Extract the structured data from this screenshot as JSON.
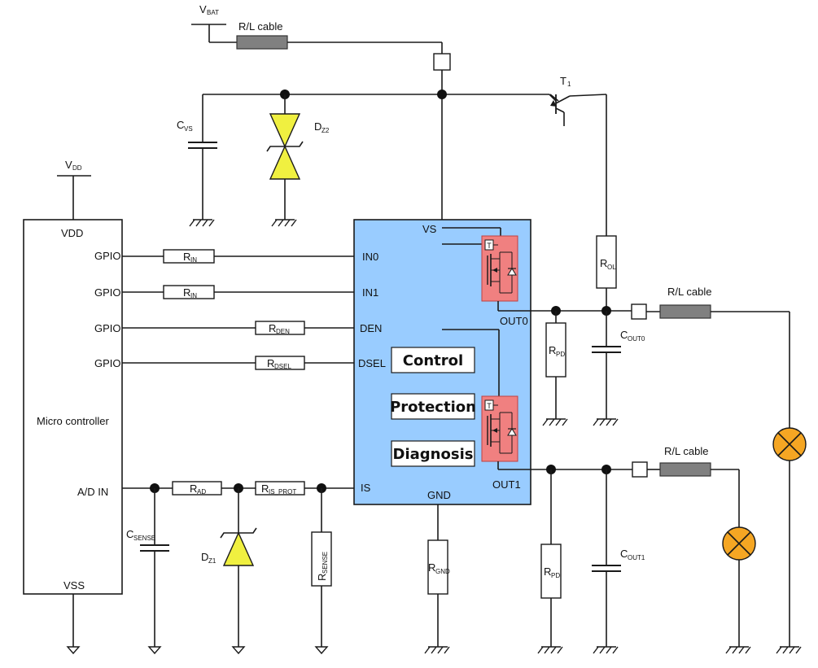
{
  "supply": {
    "vbat": "V",
    "vbat_sub": "BAT",
    "vdd": "V",
    "vdd_sub": "DD"
  },
  "cables": [
    "R/L cable",
    "R/L cable",
    "R/L cable"
  ],
  "micro": {
    "title": "Micro controller",
    "vdd": "VDD",
    "vss": "VSS",
    "gpio": [
      "GPIO",
      "GPIO",
      "GPIO",
      "GPIO"
    ],
    "adc": "A/D IN"
  },
  "driver": {
    "pins": {
      "vs": "VS",
      "in0": "IN0",
      "in1": "IN1",
      "den": "DEN",
      "dsel": "DSEL",
      "is": "IS",
      "gnd": "GND",
      "out0": "OUT0",
      "out1": "OUT1"
    },
    "blocks": {
      "control": "Control",
      "protection": "Protection",
      "diagnosis": "Diagnosis"
    },
    "temp_mark": "T"
  },
  "components": {
    "cvs": {
      "main": "C",
      "sub": "VS"
    },
    "dz2": {
      "main": "D",
      "sub": "Z2"
    },
    "dz1": {
      "main": "D",
      "sub": "Z1"
    },
    "t1": {
      "main": "T",
      "sub": "1"
    },
    "rin0": {
      "main": "R",
      "sub": "IN"
    },
    "rin1": {
      "main": "R",
      "sub": "IN"
    },
    "rden": {
      "main": "R",
      "sub": "DEN"
    },
    "rdsel": {
      "main": "R",
      "sub": "DSEL"
    },
    "rad": {
      "main": "R",
      "sub": "AD"
    },
    "risprot": {
      "main": "R",
      "sub": "IS_PROT"
    },
    "rsense": {
      "main": "R",
      "sub": "SENSE"
    },
    "csense": {
      "main": "C",
      "sub": "SENSE"
    },
    "rgnd": {
      "main": "R",
      "sub": "GND"
    },
    "rol": {
      "main": "R",
      "sub": "OL"
    },
    "rpd0": {
      "main": "R",
      "sub": "PD"
    },
    "rpd1": {
      "main": "R",
      "sub": "PD"
    },
    "cout0": {
      "main": "C",
      "sub": "OUT0"
    },
    "cout1": {
      "main": "C",
      "sub": "OUT1"
    }
  },
  "colors": {
    "driver_fill": "#99ccff",
    "fet_fill": "#f08080",
    "lamp_fill": "#f5a623",
    "cable_fill": "#808080"
  },
  "icons": [
    "ground-icon",
    "lamp-icon",
    "zener-diode-icon",
    "transistor-icon",
    "mosfet-icon",
    "capacitor-icon",
    "resistor-icon"
  ]
}
